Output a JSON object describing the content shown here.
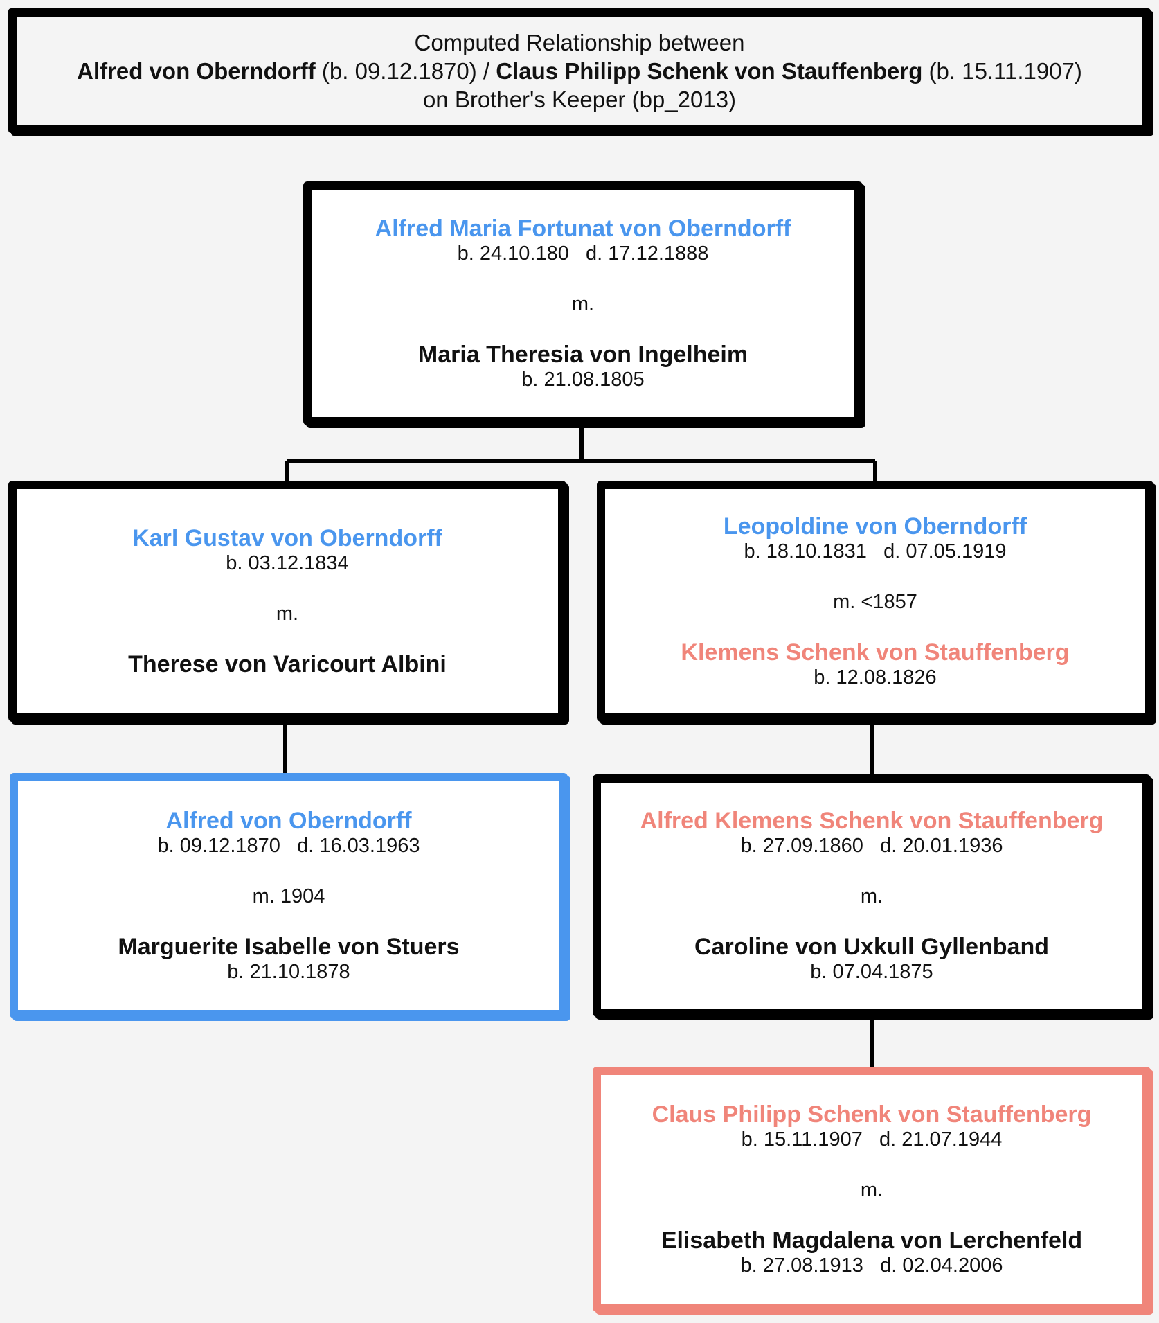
{
  "header": {
    "line1": "Computed Relationship between",
    "person1_name": "Alfred von Oberndorff",
    "person1_birth": "(b. 09.12.1870)",
    "separator": "/",
    "person2_name": "Claus Philipp Schenk von Stauffenberg",
    "person2_birth": "(b. 15.11.1907)",
    "line3": "on Brother's Keeper (bp_2013)"
  },
  "colors": {
    "start_person": "#4a96ee",
    "end_person": "#f0857a",
    "border": "#000000"
  },
  "couples": [
    {
      "id": "root",
      "blood_name": "Alfred Maria Fortunat von Oberndorff",
      "blood_dates": "b. 24.10.180   d. 17.12.1888",
      "marriage": "m.",
      "spouse_name": "Maria Theresia von Ingelheim",
      "spouse_dates": "b. 21.08.1805"
    },
    {
      "id": "left1",
      "blood_name": "Karl Gustav von Oberndorff",
      "blood_dates": "b. 03.12.1834",
      "marriage": "m.",
      "spouse_name": "Therese von Varicourt Albini",
      "spouse_dates": ""
    },
    {
      "id": "right1",
      "blood_name": "Leopoldine von Oberndorff",
      "blood_dates": "b. 18.10.1831   d. 07.05.1919",
      "marriage": "m. <1857",
      "spouse_name": "Klemens Schenk von Stauffenberg",
      "spouse_dates": "b. 12.08.1826"
    },
    {
      "id": "left2",
      "blood_name": "Alfred von Oberndorff",
      "blood_dates": "b. 09.12.1870   d. 16.03.1963",
      "marriage": "m. 1904",
      "spouse_name": "Marguerite Isabelle von Stuers",
      "spouse_dates": "b. 21.10.1878"
    },
    {
      "id": "right2",
      "blood_name": "Alfred Klemens Schenk von Stauffenberg",
      "blood_dates": "b. 27.09.1860   d. 20.01.1936",
      "marriage": "m.",
      "spouse_name": "Caroline von Uxkull Gyllenband",
      "spouse_dates": "b. 07.04.1875"
    },
    {
      "id": "right3",
      "blood_name": "Claus Philipp Schenk von Stauffenberg",
      "blood_dates": "b. 15.11.1907   d. 21.07.1944",
      "marriage": "m.",
      "spouse_name": "Elisabeth Magdalena von Lerchenfeld",
      "spouse_dates": "b. 27.08.1913   d. 02.04.2006"
    }
  ]
}
